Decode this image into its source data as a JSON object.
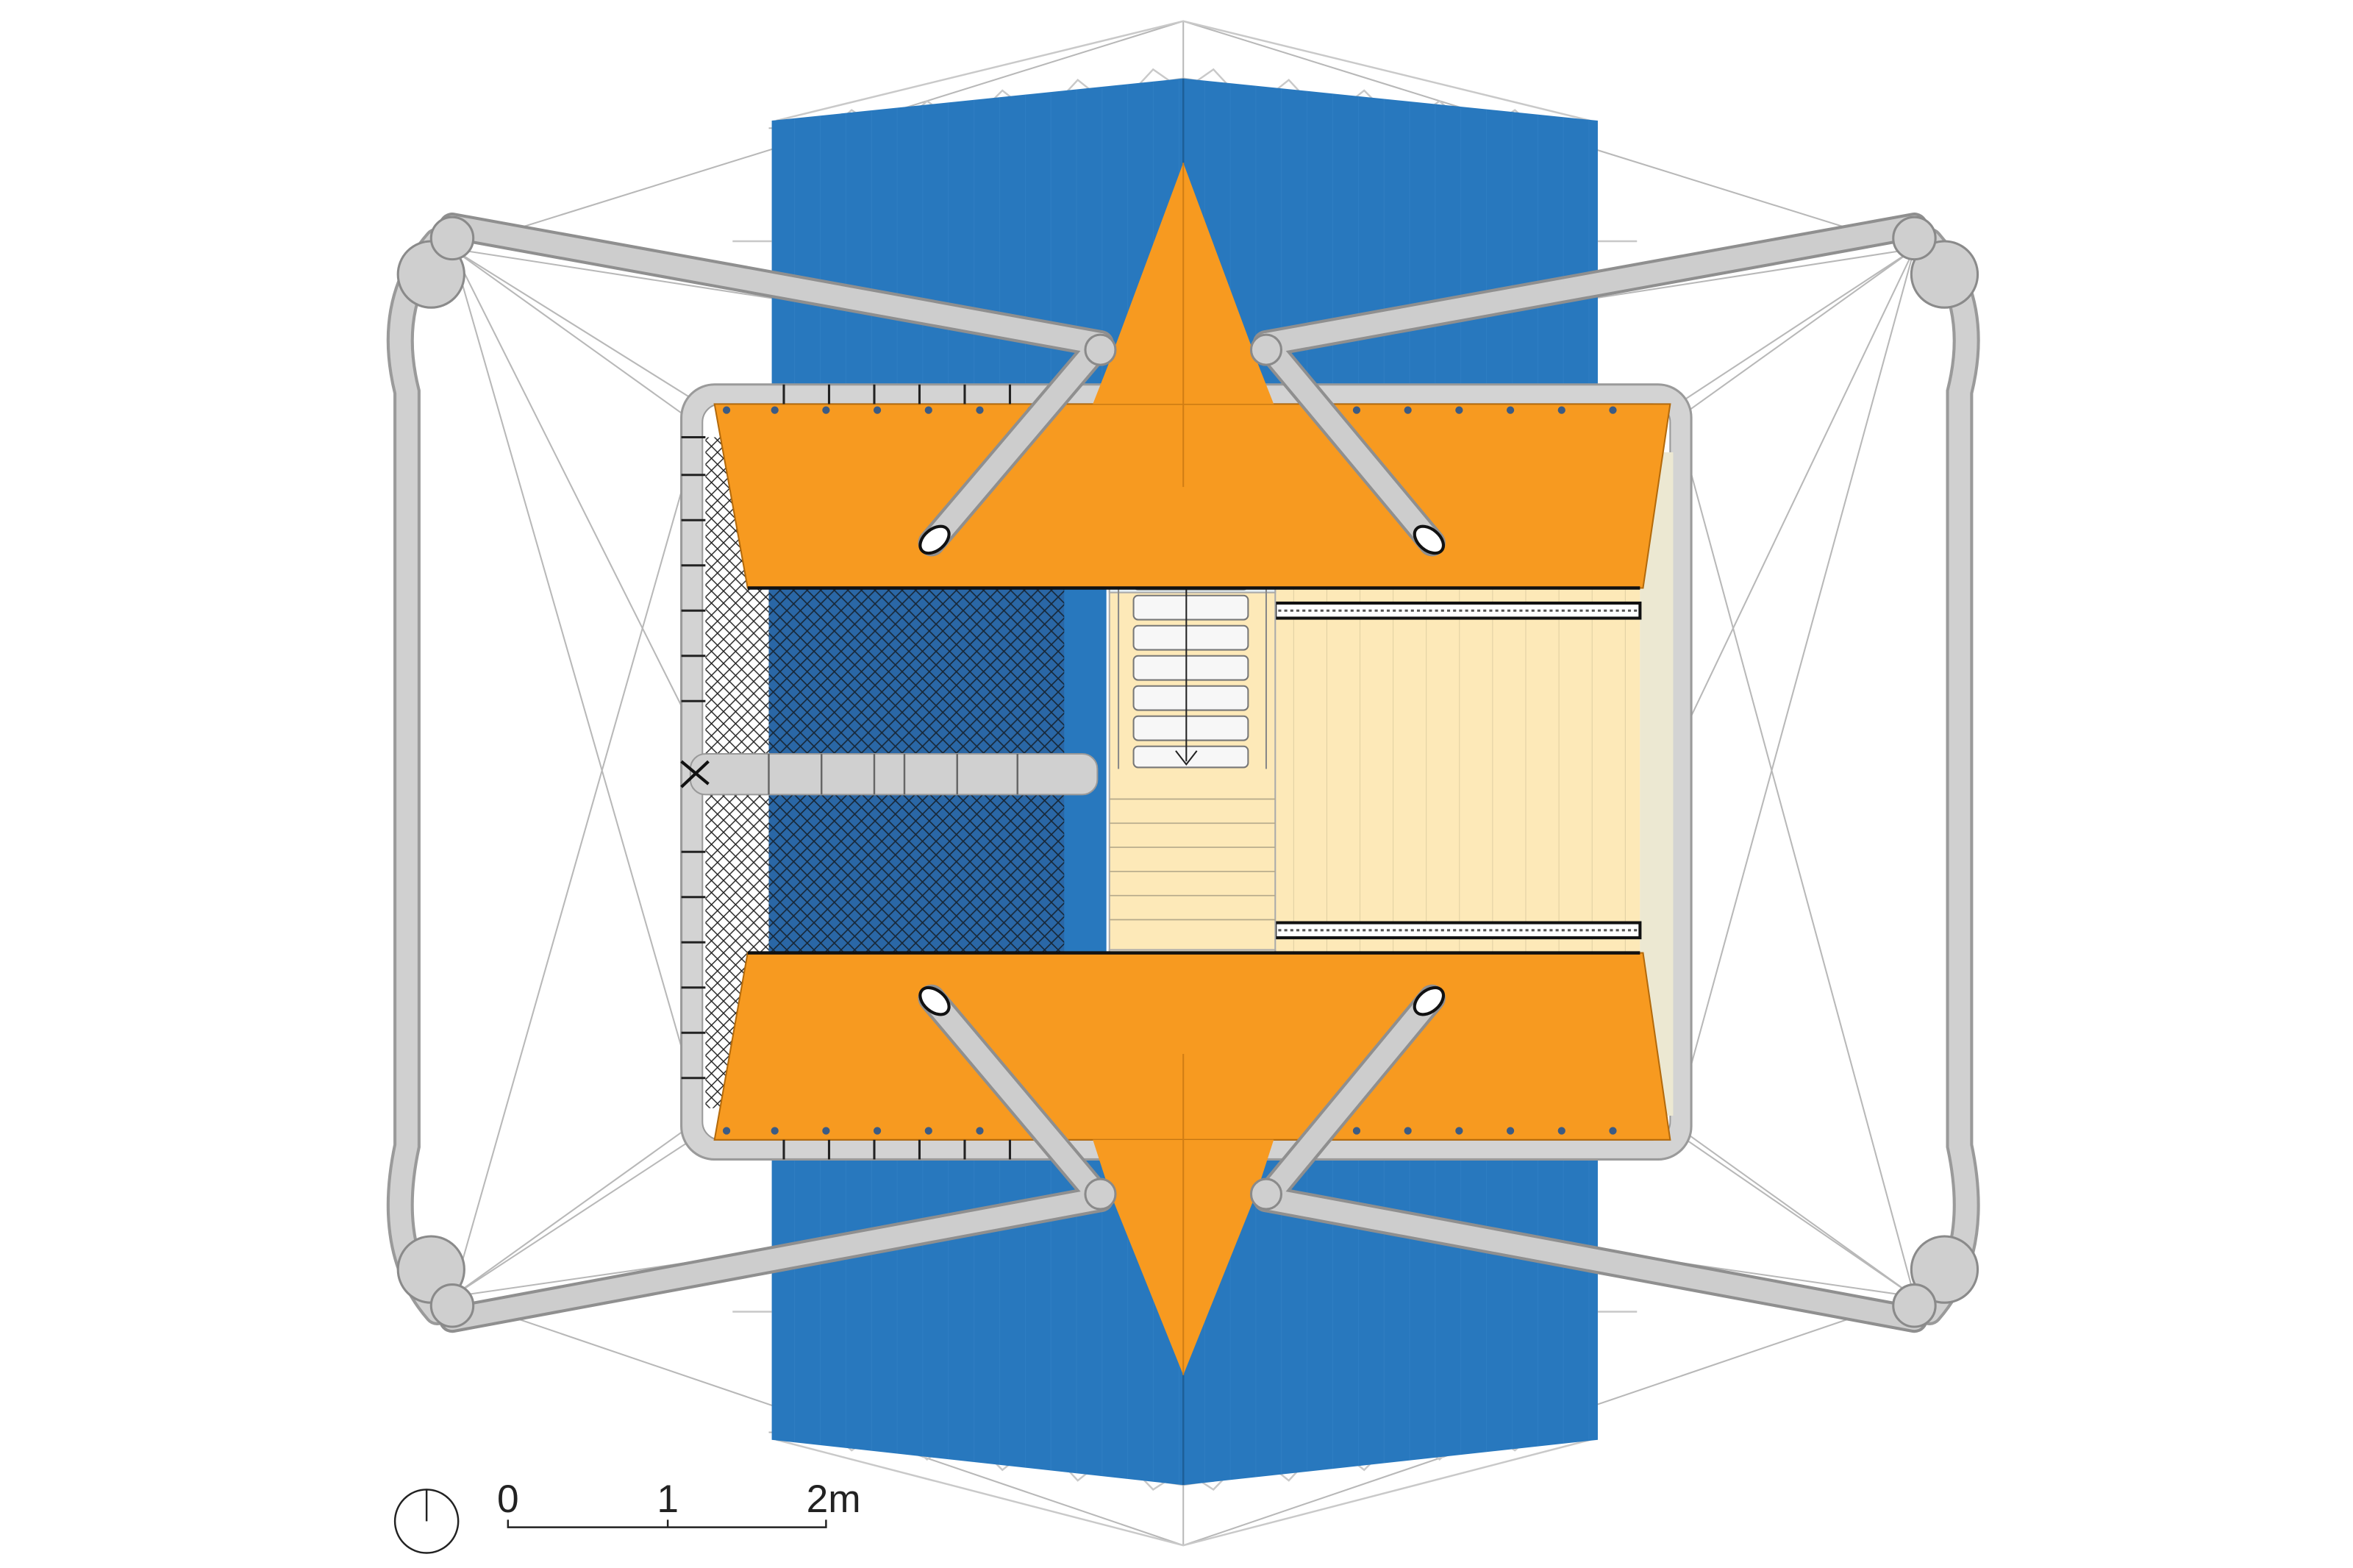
{
  "scale_bar": {
    "label_0": "0",
    "label_1": "1",
    "label_2": "2m"
  },
  "colors": {
    "blue": "#2878be",
    "orange": "#f79a20",
    "cream": "#fde9b8",
    "pale_cream": "#ece8d2",
    "steel": "#c8c8c8",
    "steel_edge": "#9a9a9a",
    "net": "#1a1a1a"
  }
}
